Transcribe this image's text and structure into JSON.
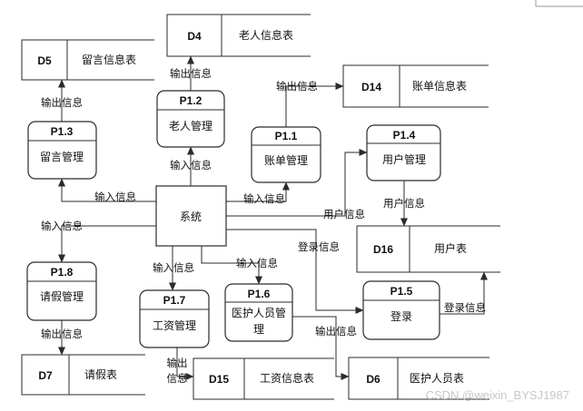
{
  "system": {
    "label": "系统"
  },
  "processes": {
    "p12": {
      "id": "P1.2",
      "name": "老人管理"
    },
    "p13": {
      "id": "P1.3",
      "name": "留言管理"
    },
    "p11": {
      "id": "P1.1",
      "name": "账单管理"
    },
    "p14": {
      "id": "P1.4",
      "name": "用户管理"
    },
    "p18": {
      "id": "P1.8",
      "name": "请假管理"
    },
    "p17": {
      "id": "P1.7",
      "name": "工资管理"
    },
    "p16": {
      "id": "P1.6",
      "name_line1": "医护人员管",
      "name_line2": "理"
    },
    "p15": {
      "id": "P1.5",
      "name": "登录"
    }
  },
  "stores": {
    "d4": {
      "id": "D4",
      "name": "老人信息表"
    },
    "d5": {
      "id": "D5",
      "name": "留言信息表"
    },
    "d14": {
      "id": "D14",
      "name": "账单信息表"
    },
    "d16": {
      "id": "D16",
      "name": "用户表"
    },
    "d7": {
      "id": "D7",
      "name": "请假表"
    },
    "d15": {
      "id": "D15",
      "name": "工资信息表"
    },
    "d6": {
      "id": "D6",
      "name": "医护人员表"
    }
  },
  "flows": {
    "p12_to_d4": "输出信息",
    "p13_to_d5": "输出信息",
    "sys_to_p12": "输入信息",
    "p11_to_d14": "输出信息",
    "sys_to_p13": "输入信息",
    "sys_to_p11": "输入信息",
    "sys_to_p14": "用户信息",
    "p14_to_d16": "用户信息",
    "sys_to_p18": "输入信息",
    "sys_to_p17": "输入信息",
    "sys_to_p16": "输入信息",
    "sys_to_p15": "登录信息",
    "p15_to_d16": "登录信息",
    "p18_to_d7": "输出信息",
    "p17_to_d15_line1": "输出",
    "p17_to_d15_line2": "信息",
    "p16_to_d6": "输出信息"
  },
  "watermark": "CSDN @weixin_BYSJ1987"
}
